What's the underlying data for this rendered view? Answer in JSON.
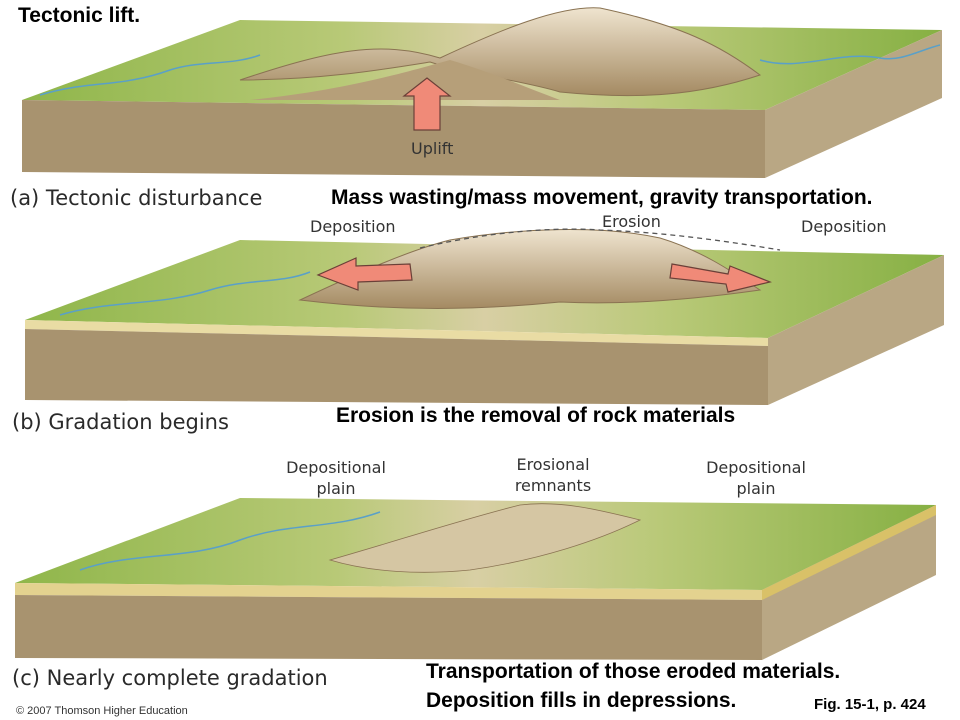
{
  "title": "Tectonic lift.",
  "panels": [
    {
      "id": "a",
      "caption": "(a) Tectonic disturbance",
      "labels": [
        "Uplift"
      ],
      "note": "Mass wasting/mass movement, gravity transportation."
    },
    {
      "id": "b",
      "caption": "(b) Gradation begins",
      "labels": [
        "Deposition",
        "Erosion",
        "Deposition"
      ],
      "note": "Erosion is the removal of rock materials"
    },
    {
      "id": "c",
      "caption": "(c) Nearly complete gradation",
      "labels": [
        "Depositional plain",
        "Erosional remnants",
        "Depositional plain"
      ],
      "note_lines": [
        "Transportation of those eroded materials.",
        "Deposition fills in depressions."
      ]
    }
  ],
  "copyright": "© 2007 Thomson Higher Education",
  "figure_ref": "Fig. 15-1, p. 424",
  "colors": {
    "land_green": "#9bbf52",
    "mountain_tan": "#c8b08a",
    "block_side": "#b7a583",
    "block_front": "#a8936f",
    "arrow": "#f08a78",
    "river": "#5aa0c8"
  }
}
